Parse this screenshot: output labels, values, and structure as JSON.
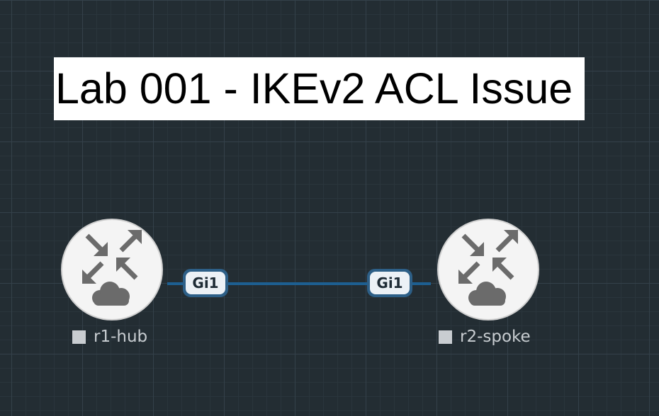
{
  "title": "Lab 001 - IKEv2 ACL Issue",
  "nodes": [
    {
      "label": "r1-hub",
      "icon": "router-icon",
      "interface": "Gi1"
    },
    {
      "label": "r2-spoke",
      "icon": "router-icon",
      "interface": "Gi1"
    }
  ],
  "colors": {
    "canvas_background": "#232d33",
    "link": "#1d5f91",
    "node_fill": "#f4f4f4",
    "icon": "#6b6b6b",
    "label_text": "#c8cdd1"
  }
}
